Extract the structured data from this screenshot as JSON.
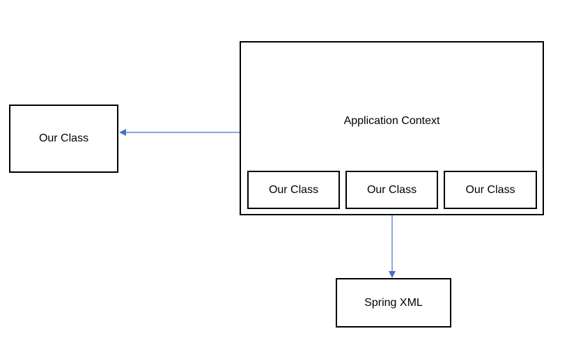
{
  "colors": {
    "arrow": "#4472C4",
    "border": "#000000"
  },
  "nodes": {
    "left_class": "Our Class",
    "application_context": "Application Context",
    "inner_classes": [
      "Our Class",
      "Our Class",
      "Our Class"
    ],
    "spring_xml": "Spring XML"
  },
  "edges": [
    {
      "from": "application_context",
      "to": "left_class"
    },
    {
      "from": "application_context",
      "to": "spring_xml"
    }
  ]
}
